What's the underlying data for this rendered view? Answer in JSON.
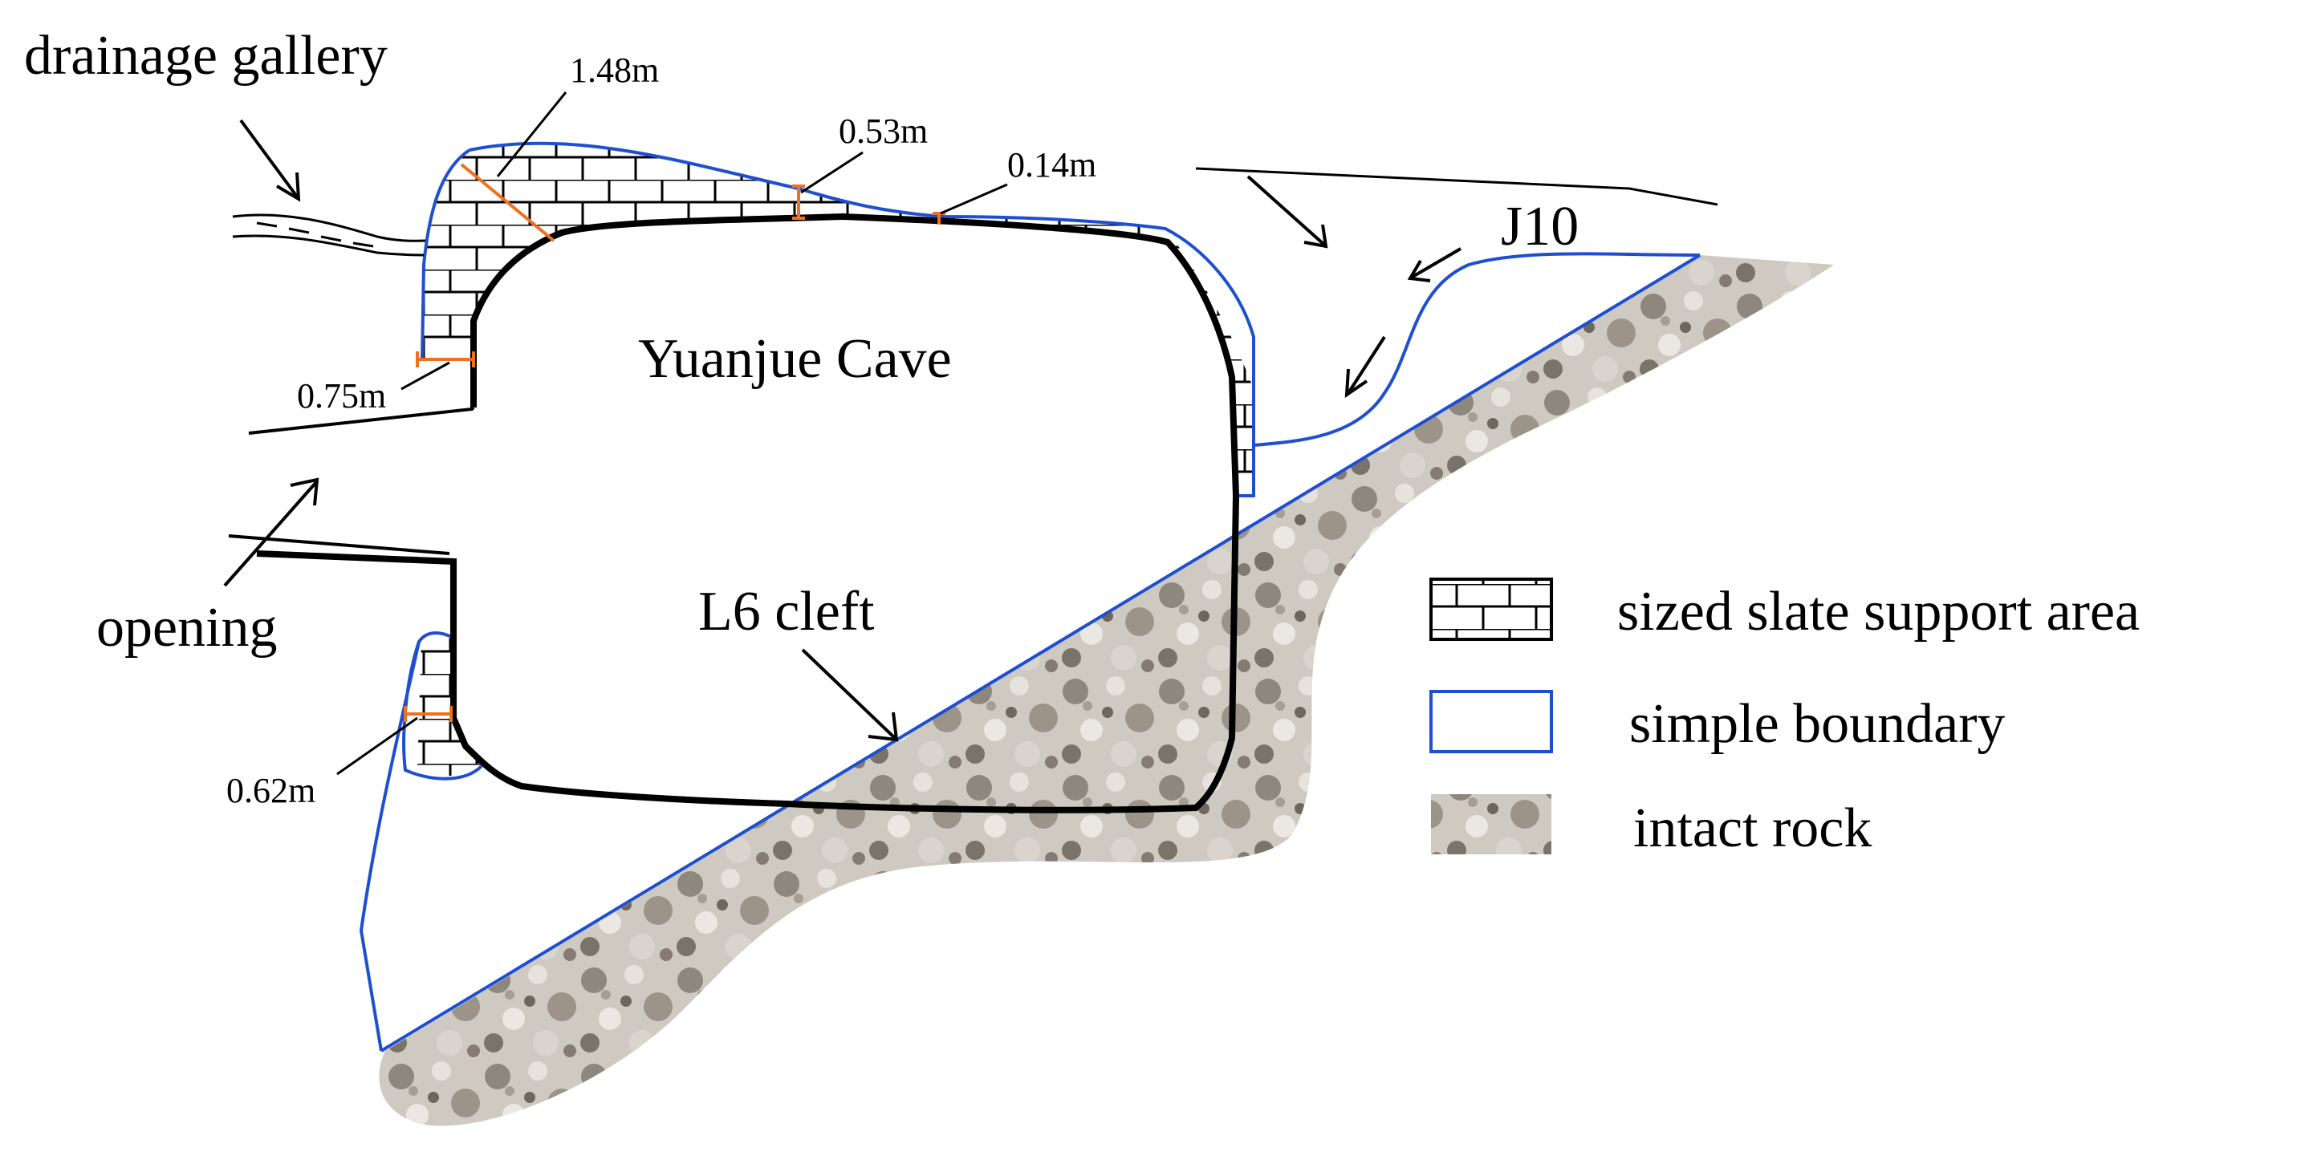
{
  "diagram": {
    "labels": {
      "drainage_gallery": "drainage gallery",
      "cave": "Yuanjue Cave",
      "opening": "opening",
      "cleft": "L6 cleft",
      "joint": "J10"
    },
    "measurements": [
      "1.48m",
      "0.53m",
      "0.14m",
      "0.75m",
      "0.62m"
    ],
    "colors": {
      "boundary": "#1f4fd1",
      "measure": "#f07020",
      "outline": "#000000",
      "rock": "#b8b2a8"
    }
  },
  "legend": {
    "items": [
      {
        "label": "sized slate support area",
        "icon": "brick-pattern-icon"
      },
      {
        "label": "simple boundary",
        "icon": "blue-rectangle-icon"
      },
      {
        "label": "intact rock",
        "icon": "rock-texture-icon"
      }
    ]
  }
}
